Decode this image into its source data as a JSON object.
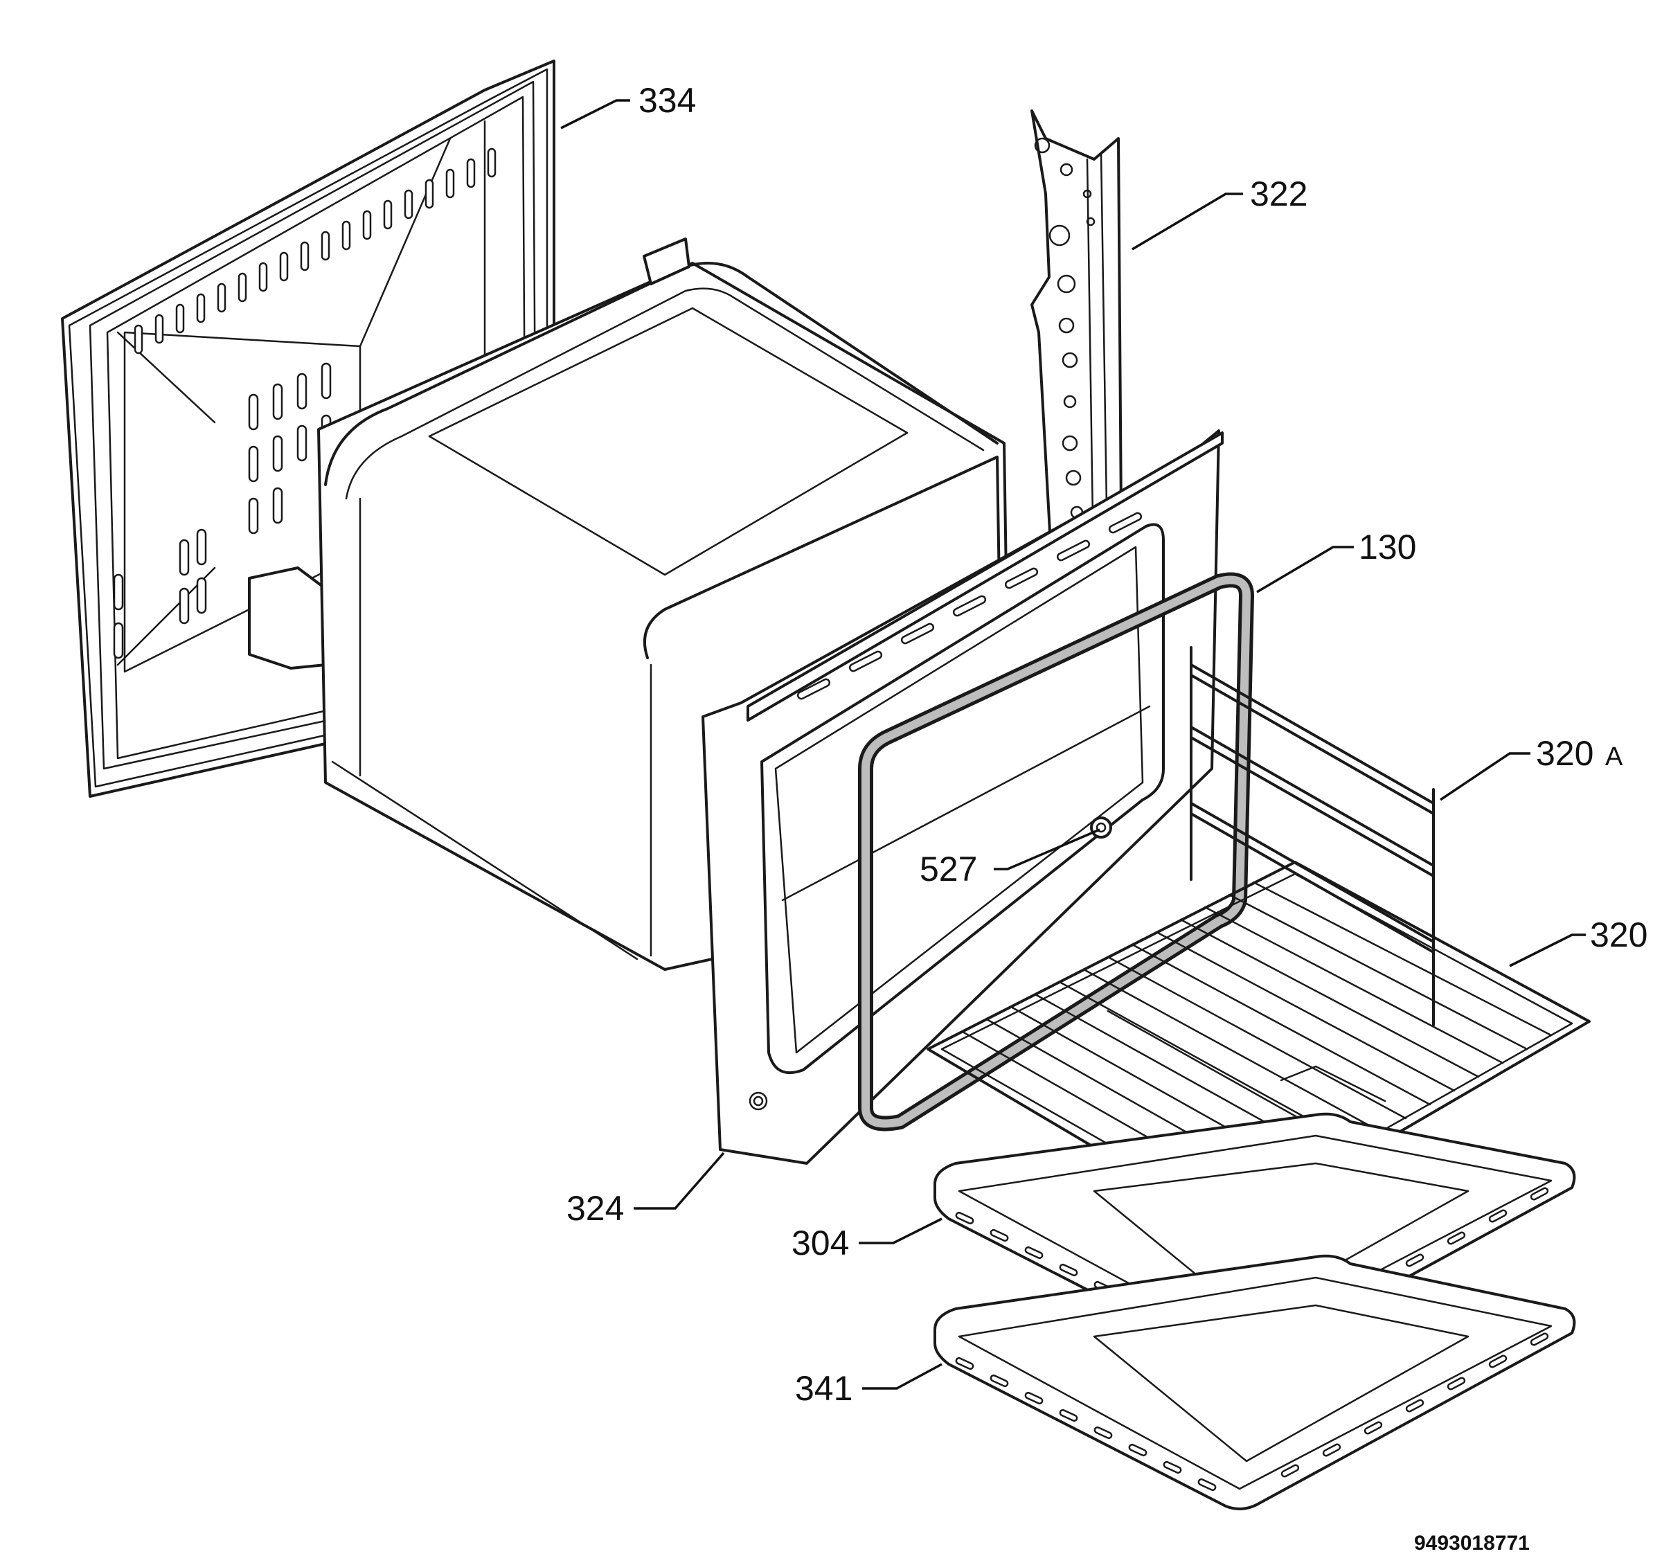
{
  "diagram": {
    "parts": [
      {
        "id": "334",
        "label": "334",
        "name": "rear-panel"
      },
      {
        "id": "322",
        "label": "322",
        "name": "side-rail"
      },
      {
        "id": "130",
        "label": "130",
        "name": "door-gasket"
      },
      {
        "id": "320A",
        "label": "320",
        "suffix": "A",
        "name": "shelf-runner"
      },
      {
        "id": "527",
        "label": "527",
        "name": "oven-lamp"
      },
      {
        "id": "320",
        "label": "320",
        "name": "wire-shelf"
      },
      {
        "id": "324",
        "label": "324",
        "name": "front-frame"
      },
      {
        "id": "304",
        "label": "304",
        "name": "baking-tray"
      },
      {
        "id": "341",
        "label": "341",
        "name": "drip-pan"
      }
    ],
    "document_number": "9493018771"
  }
}
